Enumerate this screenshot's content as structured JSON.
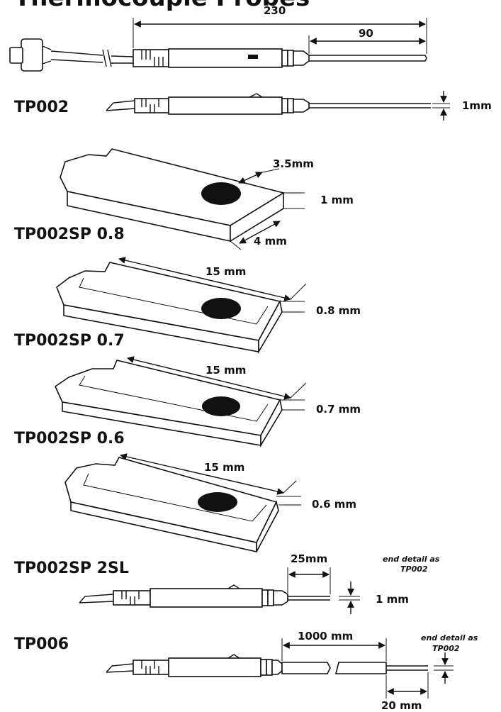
{
  "title_fragment": "Thermocouple Probes",
  "diagram": {
    "tp002_general": {
      "dim_total": "230",
      "dim_tip": "90"
    },
    "tp002": {
      "label": "TP002",
      "dim_dia": "1mm"
    },
    "tp002sp_08": {
      "label": "TP002SP 0.8",
      "dim_width": "3.5mm",
      "dim_thick": "1 mm",
      "dim_len": "4 mm"
    },
    "tp002sp_07": {
      "label": "TP002SP 0.7",
      "dim_len": "15 mm",
      "dim_thick": "0.8 mm"
    },
    "tp002sp_06": {
      "label": "TP002SP 0.6",
      "dim_len": "15 mm",
      "dim_thick": "0.7 mm"
    },
    "plate_last": {
      "dim_len": "15 mm",
      "dim_thick": "0.6 mm"
    },
    "tp002sp_2sl": {
      "label": "TP002SP 2SL",
      "dim_tip": "25mm",
      "dim_dia": "1 mm",
      "note_line1": "end detail as",
      "note_line2": "TP002"
    },
    "tp006": {
      "label": "TP006",
      "dim_cable": "1000 mm",
      "dim_tip": "20 mm",
      "note_line1": "end detail as",
      "note_line2": "TP002"
    }
  },
  "colors": {
    "ink": "#111111",
    "background": "#ffffff"
  }
}
